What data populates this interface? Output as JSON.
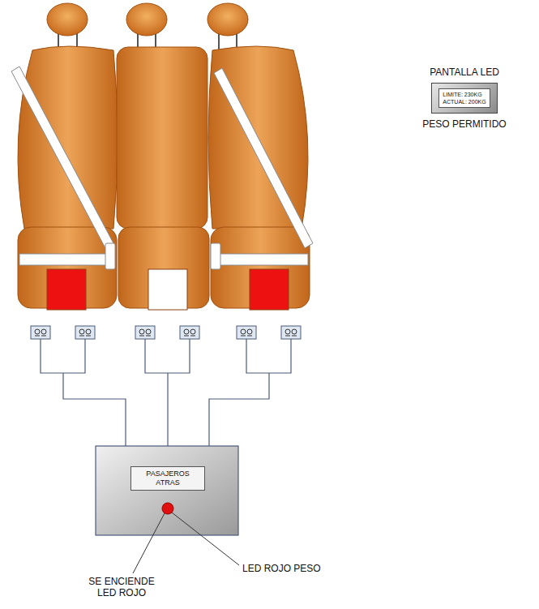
{
  "diagram": {
    "nodes": [
      {
        "text": [
          "PASAJEROS ATRAS"
        ]
      },
      {
        "text": [
          "PANTALLA LED",
          "LIMITE: 230KG",
          "ACTUAL: 200KG",
          "PESO PERMITIDO"
        ]
      }
    ],
    "labels": [
      "SE ENCIENDE LED ROJO",
      "LED ROJO PESO"
    ]
  }
}
